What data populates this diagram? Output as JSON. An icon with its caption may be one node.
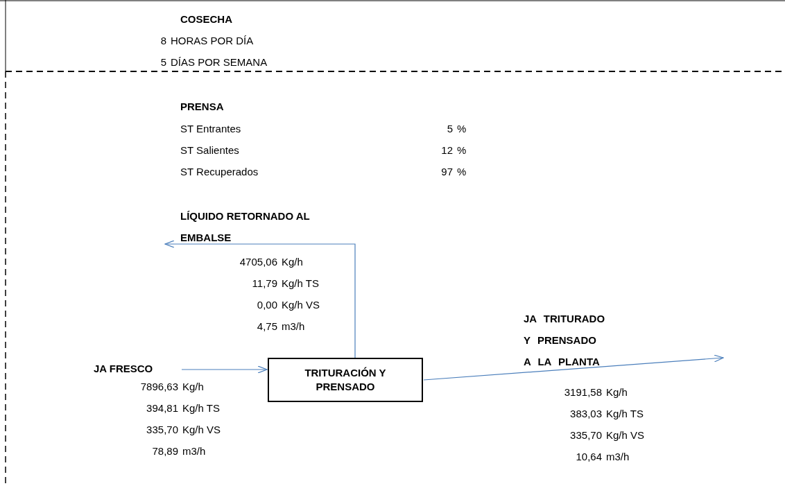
{
  "diagram": {
    "nodes": [
      {
        "text": [
          "JA FRESCO"
        ]
      },
      {
        "text": [
          "LÍQUIDO RETORNADO AL EMBALSE"
        ]
      },
      {
        "text": [
          "TRITURACIÓN Y PRENSADO"
        ]
      }
    ],
    "edges": [
      {
        "from": 0,
        "to": 2,
        "arrow": "to"
      },
      {
        "from": 2,
        "to": 1,
        "arrow": "to"
      },
      {
        "from": 2,
        "to": null,
        "arrow": "to"
      }
    ],
    "labels": [
      "COSECHA",
      "8",
      "HORAS POR DÍA",
      "5",
      "DÍAS POR SEMANA",
      "PRENSA",
      "ST Entrantes",
      "5",
      "%",
      "ST Salientes",
      "12",
      "%",
      "ST Recuperados",
      "97",
      "%",
      "4705,06",
      "Kg/h",
      "11,79",
      "Kg/h TS",
      "0,00",
      "Kg/h VS",
      "4,75",
      "m3/h",
      "7896,63",
      "Kg/h",
      "394,81",
      "Kg/h TS",
      "335,70",
      "Kg/h VS",
      "78,89",
      "m3/h",
      "JA TRITURADO Y PRENSADO A LA PLANTA",
      "3191,58",
      "Kg/h",
      "383,03",
      "Kg/h TS",
      "335,70",
      "Kg/h VS",
      "10,64",
      "m3/h"
    ]
  }
}
